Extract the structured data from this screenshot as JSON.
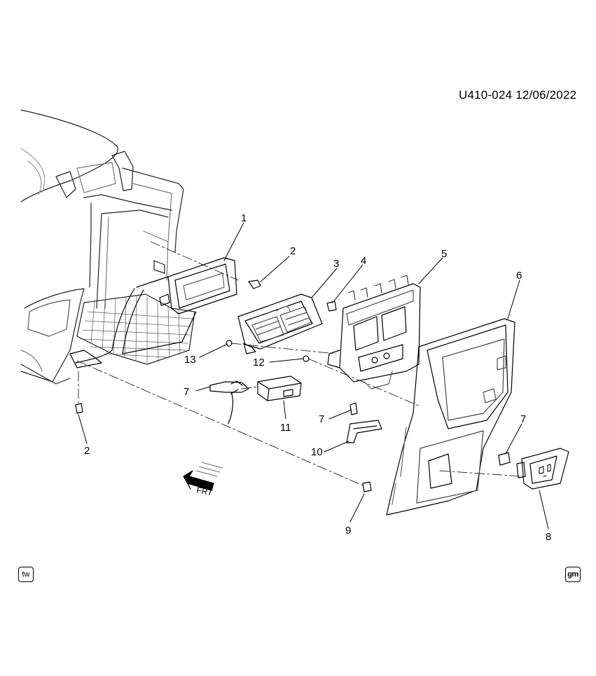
{
  "header": {
    "diagram_code": "U410-024 12/06/2022"
  },
  "callouts": [
    {
      "id": "callout-1",
      "label": "1"
    },
    {
      "id": "callout-2a",
      "label": "2"
    },
    {
      "id": "callout-2b",
      "label": "2"
    },
    {
      "id": "callout-3",
      "label": "3"
    },
    {
      "id": "callout-4",
      "label": "4"
    },
    {
      "id": "callout-5",
      "label": "5"
    },
    {
      "id": "callout-6",
      "label": "6"
    },
    {
      "id": "callout-7a",
      "label": "7"
    },
    {
      "id": "callout-7b",
      "label": "7"
    },
    {
      "id": "callout-7c",
      "label": "7"
    },
    {
      "id": "callout-8",
      "label": "8"
    },
    {
      "id": "callout-9",
      "label": "9"
    },
    {
      "id": "callout-10",
      "label": "10"
    },
    {
      "id": "callout-11",
      "label": "11"
    },
    {
      "id": "callout-12",
      "label": "12"
    },
    {
      "id": "callout-13",
      "label": "13"
    }
  ],
  "direction_arrow": {
    "label": "FRT"
  },
  "badges": {
    "left": "tw",
    "right": "gm"
  }
}
